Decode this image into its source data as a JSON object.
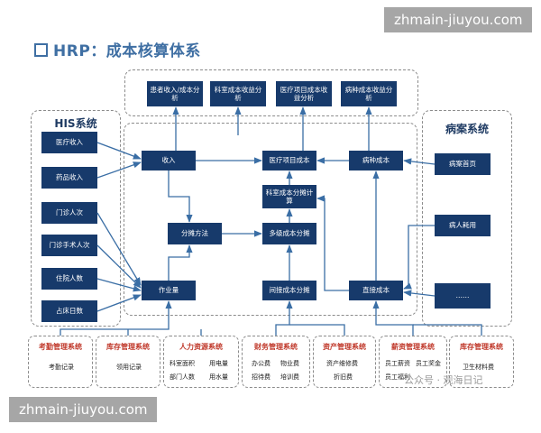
{
  "title": "HRP：成本核算体系",
  "watermarks": {
    "top_right": "zhmain-jiuyou.com",
    "bottom_left": "zhmain-jiuyou.com",
    "bottom_right": "公众号 · 观海日记"
  },
  "groups": {
    "his": "HIS系统",
    "case": "病案系统"
  },
  "analysis": [
    "患者收入/成本分析",
    "科室成本收益分析",
    "医疗项目成本收益分析",
    "病种成本收益分析"
  ],
  "his_items": [
    "医疗收入",
    "药品收入",
    "门诊人次",
    "门诊手术人次",
    "住院人数",
    "占床日数"
  ],
  "case_items": [
    "病案首页",
    "病人耗用",
    "……"
  ],
  "flow": {
    "income": "收入",
    "allocation": "分摊方法",
    "workload": "作业量",
    "item_cost": "医疗项目成本",
    "dept_calc": "科室成本分摊计算",
    "multi": "多级成本分摊",
    "indirect": "间接成本分摊",
    "disease": "病种成本",
    "direct": "直接成本"
  },
  "systems": [
    {
      "title": "考勤管理系统",
      "items": [
        "考勤记录"
      ]
    },
    {
      "title": "库存管理系统",
      "items": [
        "领用记录"
      ]
    },
    {
      "title": "人力资源系统",
      "items": [
        "科室面积",
        "用电量",
        "部门人数",
        "用水量"
      ]
    },
    {
      "title": "财务管理系统",
      "items": [
        "办公费",
        "物业费",
        "招待费",
        "培训费"
      ]
    },
    {
      "title": "资产管理系统",
      "items": [
        "资产维修费",
        "折旧费"
      ]
    },
    {
      "title": "薪资管理系统",
      "items": [
        "员工薪资",
        "员工奖金",
        "员工福利"
      ]
    },
    {
      "title": "库存管理系统",
      "items": [
        "卫生材料费"
      ]
    }
  ]
}
